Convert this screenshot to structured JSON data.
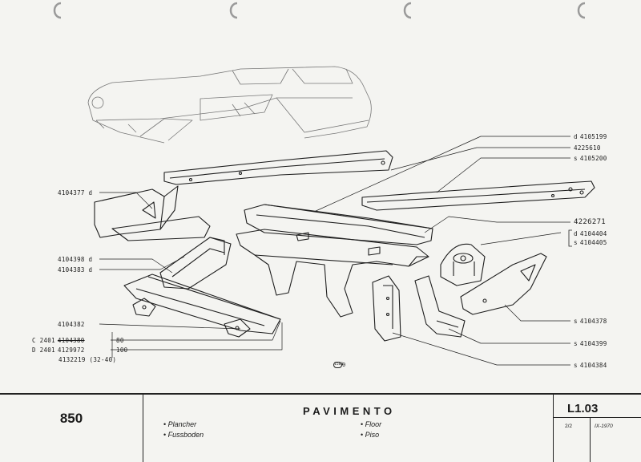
{
  "parts_left": [
    {
      "code": "4104377",
      "suffix": "d"
    },
    {
      "code": "4104398",
      "suffix": "d"
    },
    {
      "code": "4104383",
      "suffix": "d"
    },
    {
      "code": "4104382"
    }
  ],
  "parts_right": [
    {
      "prefix": "d",
      "code": "4105199"
    },
    {
      "code": "4225610"
    },
    {
      "prefix": "s",
      "code": "4105200"
    },
    {
      "code": "4226271"
    },
    {
      "prefix": "d",
      "code": "4104404"
    },
    {
      "prefix": "s",
      "code": "4104405"
    },
    {
      "prefix": "s",
      "code": "4104378"
    },
    {
      "prefix": "s",
      "code": "4104399"
    },
    {
      "prefix": "s",
      "code": "4104384"
    }
  ],
  "applicability": [
    {
      "prefix": "C 2401",
      "code": "4104380",
      "qty": "80"
    },
    {
      "prefix": "D 2401",
      "code": "4129972",
      "qty": "100"
    },
    {
      "code": "4132219 (32-40)"
    }
  ],
  "plate": {
    "label": "1581",
    "suffix": "0"
  },
  "title_block": {
    "model": "850",
    "title": "PAVIMENTO",
    "names_left": [
      "Plancher",
      "Fussboden"
    ],
    "names_right": [
      "Floor",
      "Piso"
    ],
    "sheet": "L1.03",
    "page": "2/2",
    "date": "IX-1970"
  }
}
